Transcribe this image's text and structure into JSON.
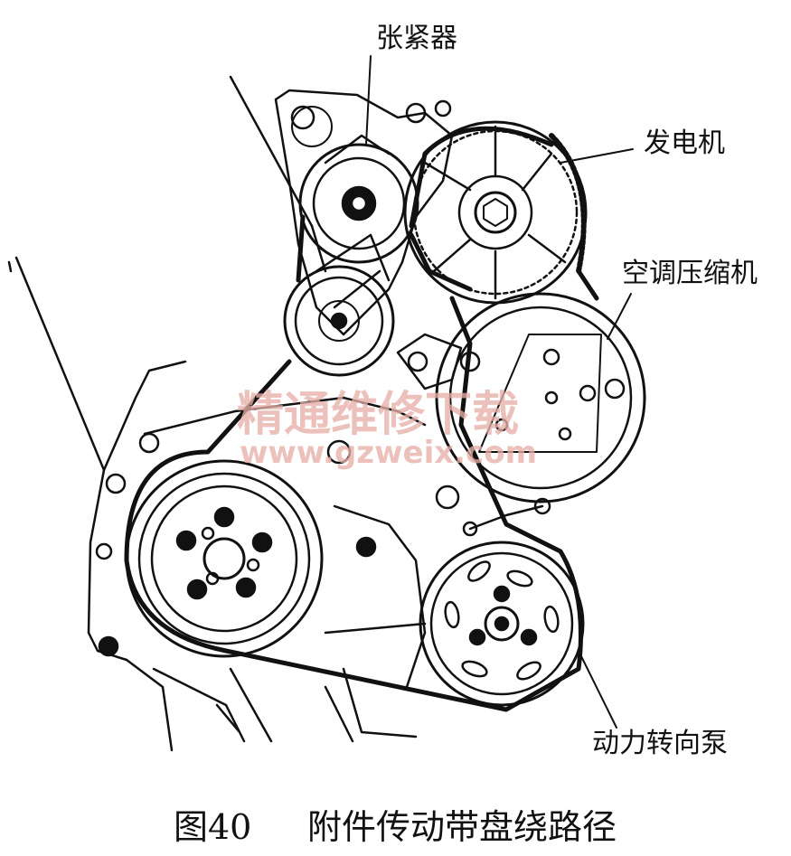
{
  "labels": {
    "tensioner": "张紧器",
    "alternator": "发电机",
    "ac_compressor": "空调压缩机",
    "power_steering_pump": "动力转向泵"
  },
  "caption": {
    "figure_number": "图40",
    "title": "附件传动带盘绕路径"
  },
  "watermark": {
    "name": "精通维修下载",
    "url": "www.gzweix.com"
  },
  "colors": {
    "ink": "#111111",
    "watermark": "#e7b0a8"
  }
}
